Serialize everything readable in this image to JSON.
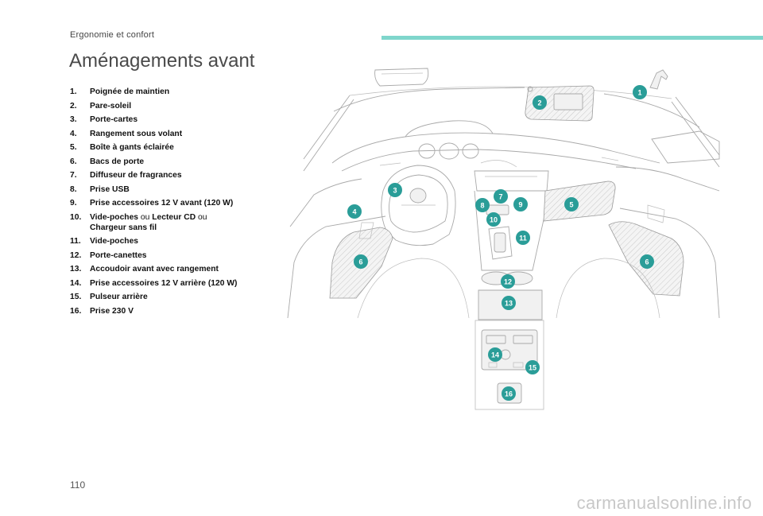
{
  "header": {
    "section_title": "Ergonomie et confort",
    "accent_color": "#7fd6cc"
  },
  "page_title": "Aménagements avant",
  "legend": [
    {
      "num": "1.",
      "label": "Poignée de maintien"
    },
    {
      "num": "2.",
      "label": "Pare-soleil"
    },
    {
      "num": "3.",
      "label": "Porte-cartes"
    },
    {
      "num": "4.",
      "label": "Rangement sous volant"
    },
    {
      "num": "5.",
      "label": "Boîte à gants éclairée"
    },
    {
      "num": "6.",
      "label": "Bacs de porte"
    },
    {
      "num": "7.",
      "label": "Diffuseur de fragrances"
    },
    {
      "num": "8.",
      "label": "Prise USB"
    },
    {
      "num": "9.",
      "label": "Prise accessoires 12 V avant (120 W)"
    },
    {
      "num": "10.",
      "label_a": "Vide-poches",
      "sep_a": " ou ",
      "label_b": "Lecteur CD",
      "sep_b": " ou",
      "label_c": "Chargeur sans fil"
    },
    {
      "num": "11.",
      "label": "Vide-poches"
    },
    {
      "num": "12.",
      "label": "Porte-canettes"
    },
    {
      "num": "13.",
      "label": "Accoudoir avant avec rangement"
    },
    {
      "num": "14.",
      "label": "Prise accessoires 12 V arrière (120 W)"
    },
    {
      "num": "15.",
      "label": "Pulseur arrière"
    },
    {
      "num": "16.",
      "label": "Prise 230 V"
    }
  ],
  "callouts": {
    "c1": "1",
    "c2": "2",
    "c3": "3",
    "c4": "4",
    "c5": "5",
    "c6a": "6",
    "c6b": "6",
    "c7": "7",
    "c8": "8",
    "c9": "9",
    "c10": "10",
    "c11": "11",
    "c12": "12",
    "c13": "13",
    "c14": "14",
    "c15": "15",
    "c16": "16",
    "color": "#2a9d98"
  },
  "page_number": "110",
  "watermark": "carmanualsonline.info"
}
